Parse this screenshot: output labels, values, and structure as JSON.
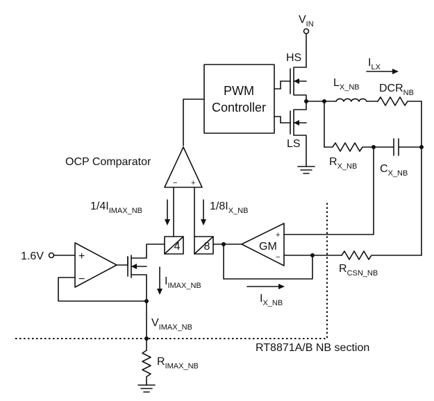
{
  "labels": {
    "vin_main": "V",
    "vin_sub": "IN",
    "hs": "HS",
    "ls": "LS",
    "ilx_main": "I",
    "ilx_sub": "LX",
    "lx_main": "L",
    "lx_sub": "X_NB",
    "dcr_main": "DCR",
    "dcr_sub": "NB",
    "pwm_line1": "PWM",
    "pwm_line2": "Controller",
    "ocp": "OCP Comparator",
    "rx_main": "R",
    "rx_sub": "X_NB",
    "cx_main": "C",
    "cx_sub": "X_NB",
    "imax_quarter_main": "1/4I",
    "imax_quarter_sub": "IMAX_NB",
    "ix_eighth_main": "1/8I",
    "ix_eighth_sub": "X_NB",
    "div4": "4",
    "div8": "8",
    "gm": "GM",
    "v16": "1.6V",
    "iimax_main": "I",
    "iimax_sub": "IMAX_NB",
    "ix_main": "I",
    "ix_sub": "X_NB",
    "rcsn_main": "R",
    "rcsn_sub": "CSN_NB",
    "vimax_main": "V",
    "vimax_sub": "IMAX_NB",
    "section": "RT8871A/B NB section",
    "rimax_main": "R",
    "rimax_sub": "IMAX_NB",
    "plus": "+",
    "minus": "−"
  }
}
